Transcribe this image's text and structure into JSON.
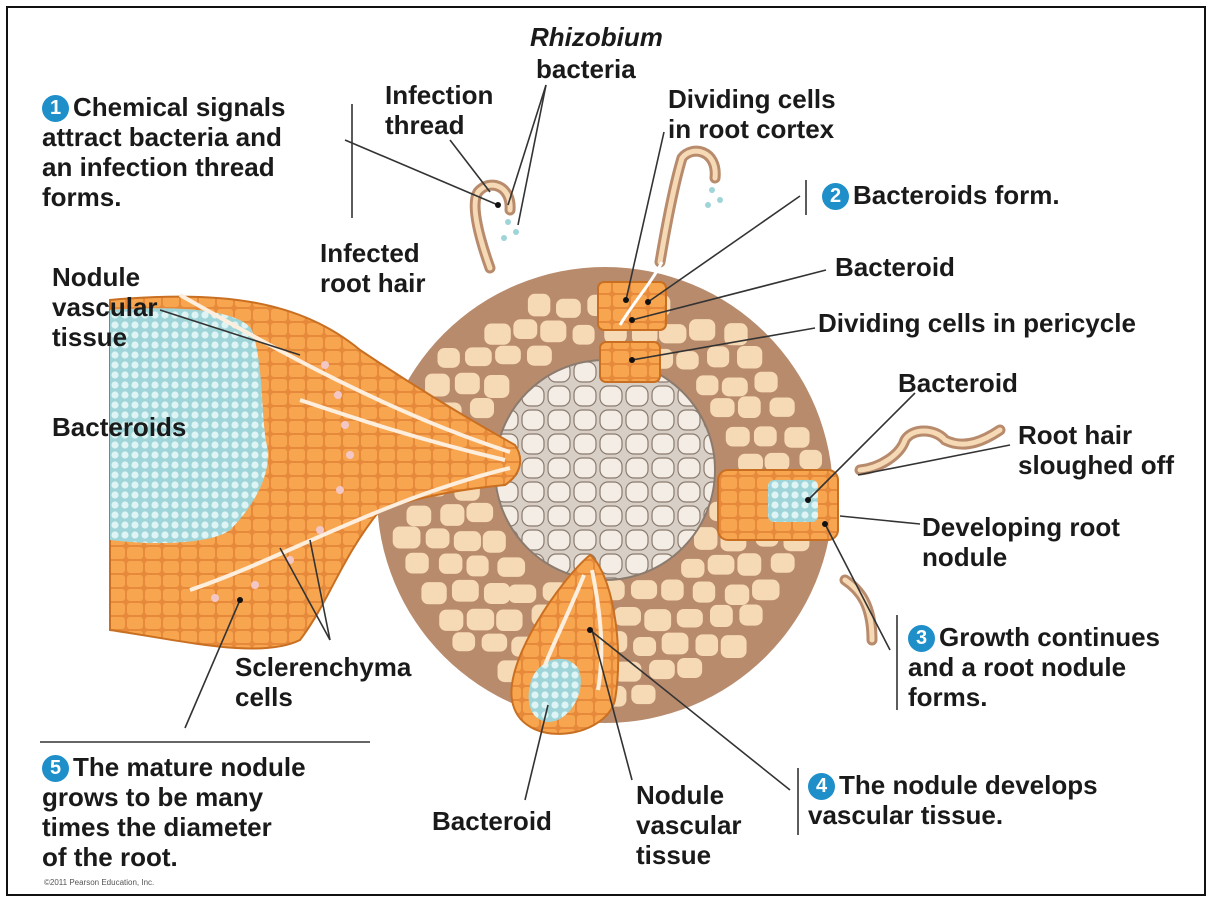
{
  "steps": [
    {
      "num": "1",
      "text": "Chemical signals\nattract bacteria and\nan infection thread\nforms."
    },
    {
      "num": "2",
      "text": "Bacteroids form."
    },
    {
      "num": "3",
      "text": "Growth continues\nand a root nodule\nforms."
    },
    {
      "num": "4",
      "text": "The nodule develops\nvascular tissue."
    },
    {
      "num": "5",
      "text": "The mature nodule\ngrows to be many\ntimes the diameter\nof the root."
    }
  ],
  "labels": {
    "rhizobium": "Rhizobium",
    "bacteria": "bacteria",
    "infection_thread": "Infection\nthread",
    "dividing_cortex": "Dividing cells\nin root cortex",
    "infected_root_hair": "Infected\nroot hair",
    "bacteroid_1": "Bacteroid",
    "dividing_pericycle": "Dividing cells in pericycle",
    "nodule_vascular_left": "Nodule\nvascular\ntissue",
    "bacteroids_left": "Bacteroids",
    "bacteroid_2": "Bacteroid",
    "root_hair_sloughed": "Root hair\nsloughed off",
    "developing_nodule": "Developing root\nnodule",
    "sclerenchyma": "Sclerenchyma\ncells",
    "bacteroid_bottom": "Bacteroid",
    "nodule_vascular_bottom": "Nodule\nvascular\ntissue"
  },
  "copyright": "©2011 Pearson Education, Inc.",
  "colors": {
    "cortex_bg": "#b88b6d",
    "cell_fill": "#f6d9b5",
    "nodule_orange": "#f39a3c",
    "bacteroid_cyan": "#b7e3e6",
    "step_badge": "#1e8fc8"
  }
}
